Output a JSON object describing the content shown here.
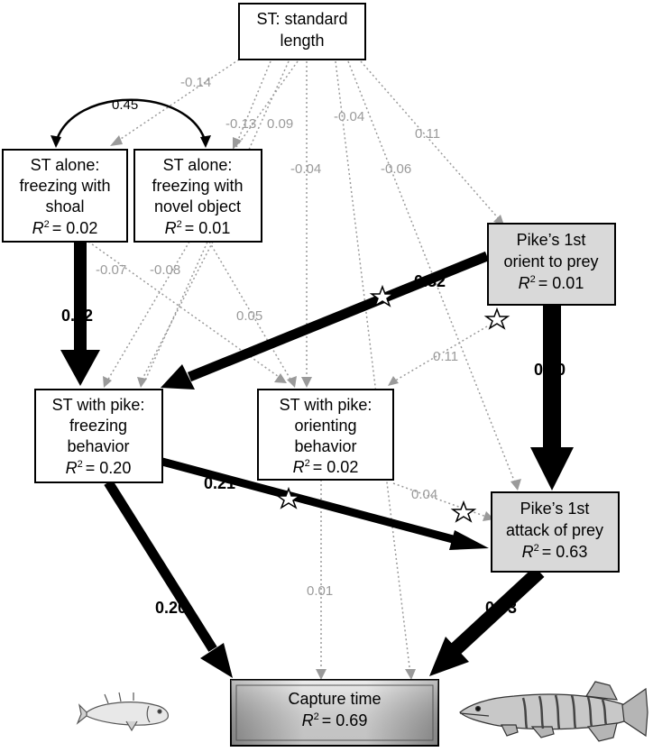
{
  "nodes": {
    "standard_length": {
      "lines": [
        "ST: standard",
        "length"
      ]
    },
    "alone_shoal": {
      "lines": [
        "ST alone:",
        "freezing with",
        "shoal"
      ],
      "r2": "= 0.02"
    },
    "alone_novel": {
      "lines": [
        "ST alone:",
        "freezing with",
        "novel object"
      ],
      "r2": "= 0.01"
    },
    "pike_orient": {
      "lines": [
        "Pike’s 1st",
        "orient to prey"
      ],
      "r2": "= 0.01"
    },
    "pike_freezing": {
      "lines": [
        "ST with pike:",
        "freezing",
        "behavior"
      ],
      "r2": "= 0.20"
    },
    "pike_orienting": {
      "lines": [
        "ST with pike:",
        "orienting",
        "behavior"
      ],
      "r2": "= 0.02"
    },
    "pike_attack": {
      "lines": [
        "Pike’s 1st",
        "attack of prey"
      ],
      "r2": "= 0.63"
    },
    "capture": {
      "lines": [
        "Capture time"
      ],
      "r2": "= 0.69"
    }
  },
  "r2_letter": "R",
  "r2_exp": "2",
  "path_labels": {
    "st_to_shoal": "-0.14",
    "st_to_novel": "-0.13",
    "st_to_freezing": "0.09",
    "st_to_orienting": "-0.04",
    "st_to_capture": "-0.04",
    "st_to_attack": "-0.06",
    "st_to_orient": "0.11",
    "covariance": "0.45",
    "shoal_to_freezing": "0.32",
    "shoal_to_orienting": "-0.07",
    "novel_to_freezing": "-0.08",
    "novel_to_orienting": "0.05",
    "orient_to_freezing": "0.32",
    "orient_to_orienting": "0.11",
    "orient_to_attack": "0.70",
    "freezing_to_attack": "0.21",
    "freezing_to_capture": "0.20",
    "orienting_to_attack": "0.04",
    "orienting_to_capture": "0.01",
    "attack_to_capture": "0.73"
  },
  "colors": {
    "box_fill_shaded": "#d9d9d9",
    "strong_path": "#000000",
    "weak_path": "#9a9a9a"
  },
  "icons": {
    "significance_marker": "star-icon",
    "left_illustration": "stickleback-fish-icon",
    "right_illustration": "pike-fish-icon"
  }
}
